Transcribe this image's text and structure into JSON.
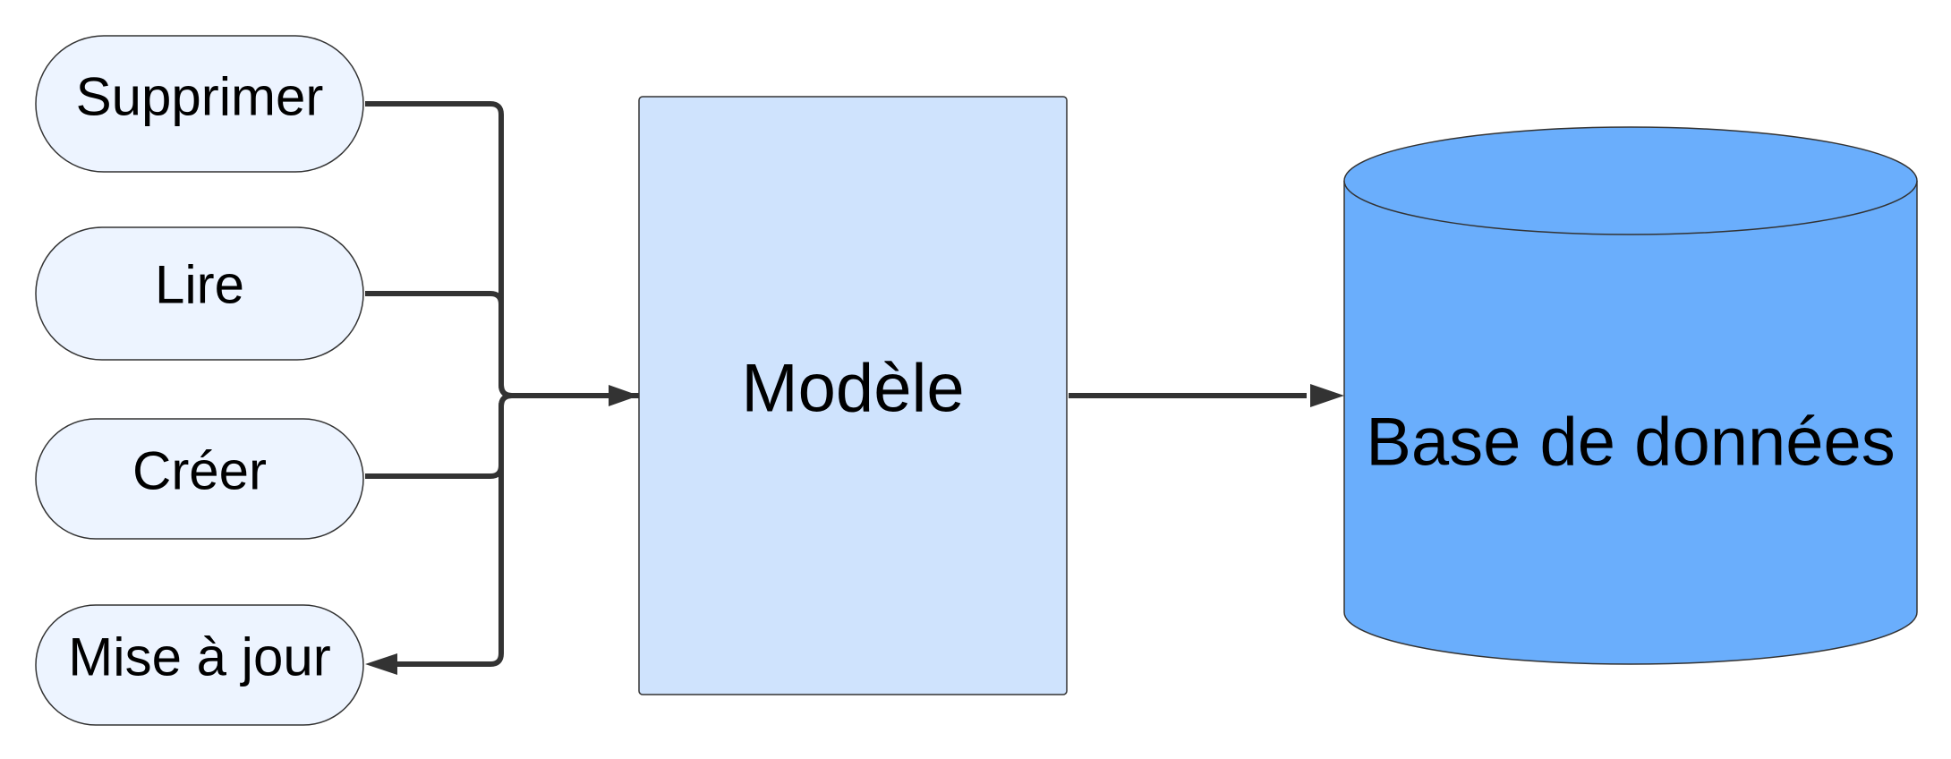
{
  "diagram": {
    "operations": [
      {
        "id": "supprimer",
        "label": "Supprimer"
      },
      {
        "id": "lire",
        "label": "Lire"
      },
      {
        "id": "creer",
        "label": "Créer"
      },
      {
        "id": "mise-a-jour",
        "label": "Mise à jour"
      }
    ],
    "model": {
      "label": "Modèle"
    },
    "database": {
      "label": "Base de données"
    },
    "colors": {
      "pill_fill": "#edf4ff",
      "model_fill": "#cfe3fd",
      "database_fill": "#6aaefc",
      "connector": "#333333"
    }
  }
}
